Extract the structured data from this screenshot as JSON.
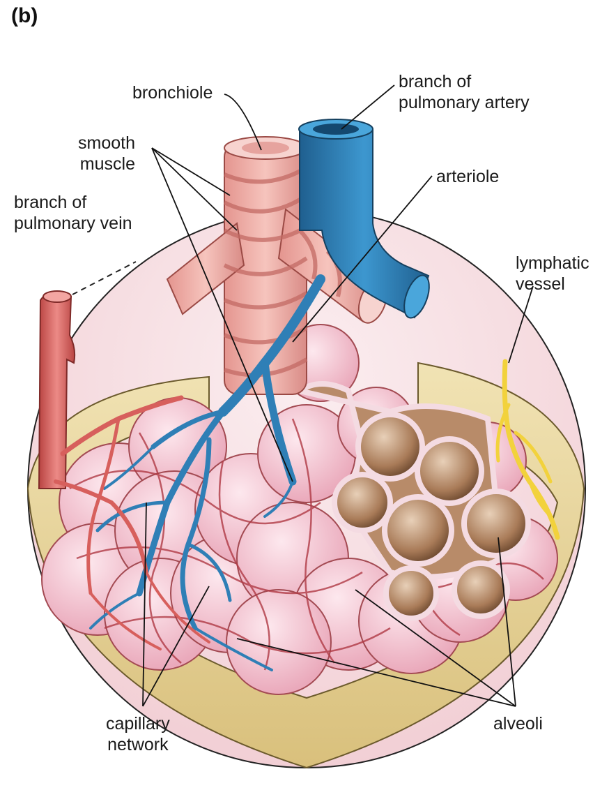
{
  "panel_letter": "(b)",
  "labels": {
    "bronchiole": "bronchiole",
    "smooth_muscle": "smooth\nmuscle",
    "pulmonary_artery": "branch of\npulmonary artery",
    "arteriole": "arteriole",
    "pulmonary_vein": "branch of\npulmonary vein",
    "lymphatic_vessel": "lymphatic\nvessel",
    "capillary_network": "capillary\nnetwork",
    "alveoli": "alveoli"
  },
  "colors": {
    "bronchiole_pink": "#e9a7a2",
    "artery_blue": "#2f7fb6",
    "vein_red": "#d75f5c",
    "alveoli_pink": "#f3c6d0",
    "alveolar_interior": "#b58b6b",
    "lymph_yellow": "#f2d23c",
    "tissue_cut": "#e9d79c",
    "background_disc": "#f8e1e4"
  }
}
